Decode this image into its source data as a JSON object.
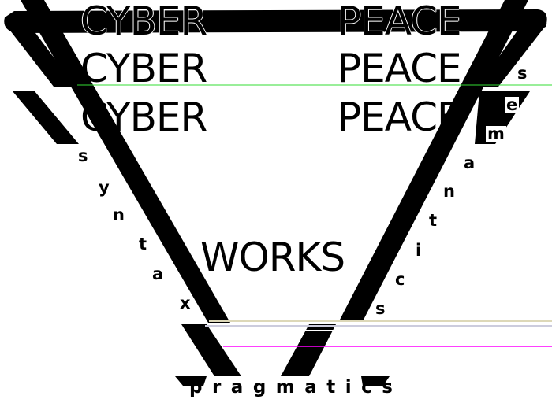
{
  "title_rows": [
    {
      "left": "CYBER",
      "right": "PEACE"
    },
    {
      "left": "CYBER",
      "right": "PEACE"
    },
    {
      "left": "CYBER",
      "right": "PEACE"
    }
  ],
  "center_word": "WORKS",
  "left_arm_word": [
    "s",
    "y",
    "n",
    "t",
    "a",
    "x"
  ],
  "right_arm_word": [
    "s",
    "e",
    "m",
    "a",
    "n",
    "t",
    "i",
    "c",
    "s"
  ],
  "bottom_word": "pragmatics",
  "colors": {
    "ink": "#000000",
    "glitch_green": "#33dd33",
    "glitch_magenta": "#ff00ff"
  }
}
